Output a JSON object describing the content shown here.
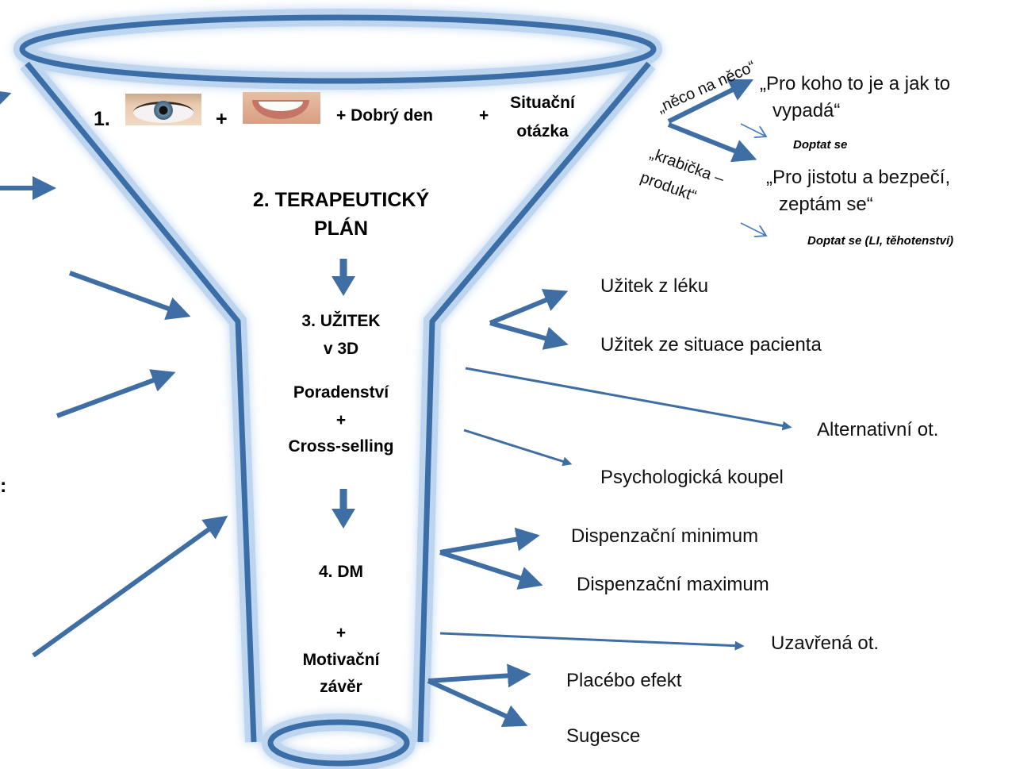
{
  "funnel": {
    "step1_number": "1.",
    "step1_plus1": "+",
    "step1_plus2": "+ Dobrý den",
    "step1_plus3": "+",
    "step1_situacni": "Situační",
    "step1_otazka": "otázka",
    "eye_image": "eye-photo",
    "smile_image": "smile-photo",
    "step2_line1": "2. TERAPEUTICKÝ",
    "step2_line2": "PLÁN",
    "step3_line1": "3. UŽITEK",
    "step3_line2": "v 3D",
    "poradenstvi": "Poradenství",
    "plus_mid": "+",
    "cross_selling": "Cross-selling",
    "step4": "4. DM",
    "plus_bottom": "+",
    "motivacni": "Motivační",
    "zaver": "závěr"
  },
  "right": {
    "neco_na_neco": "„něco na něco“",
    "krabicka": "„krabička –",
    "produkt": "produkt“",
    "pro_koho_1": "„Pro koho to je a jak to",
    "pro_koho_2": "vypadá“",
    "doptat_se": "Doptat se",
    "pro_jistotu_1": "„Pro jistotu a bezpečí,",
    "pro_jistotu_2": "zeptám se“",
    "doptat_se_li": "Doptat se (LI, těhotenství)",
    "uzitek_z_leku": "Užitek z léku",
    "uzitek_ze_situace": "Užitek ze situace pacienta",
    "alternativni": "Alternativní ot.",
    "psychologicka": "Psychologická koupel",
    "disp_minimum": "Dispenzační minimum",
    "disp_maximum": "Dispenzační maximum",
    "uzavrena": "Uzavřená ot.",
    "placebo": "Placébo efekt",
    "sugesce": "Sugesce"
  },
  "left": {
    "colon": ":"
  },
  "colors": {
    "funnel_stroke": "#3b6da6",
    "arrow": "#3f6ea5",
    "glow": "#a8c8ea"
  }
}
